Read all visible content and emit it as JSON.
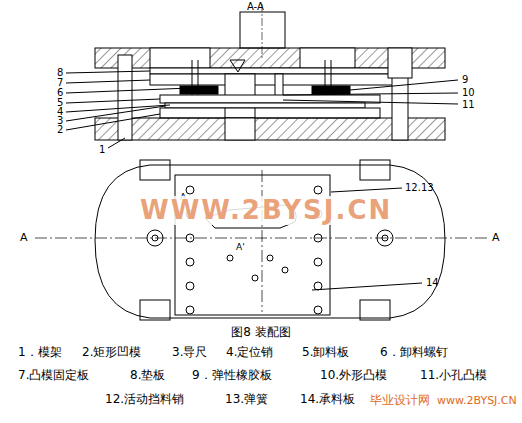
{
  "diagram": {
    "caption": "图8 装配图",
    "labels": [
      "A-A",
      "8",
      "7",
      "6",
      "5",
      "4",
      "3",
      "2",
      "1",
      "9",
      "10",
      "11",
      "12.13",
      "14",
      "A",
      "A",
      "A",
      "A'",
      "WWW.2BYSJ.CN",
      "1．模架",
      "2.矩形凹模",
      "3.导尺",
      "4.定位销",
      "5.卸料板",
      "6．卸料螺钉",
      "7.凸模固定板",
      "8.垫板",
      "9．弹性橡胶板",
      "10.外形凸模",
      "11.小孔凸模",
      "12.活动挡料销",
      "13.弹簧",
      "14.承料板",
      "毕业设计网",
      "www.2BYSJ.CN"
    ]
  }
}
